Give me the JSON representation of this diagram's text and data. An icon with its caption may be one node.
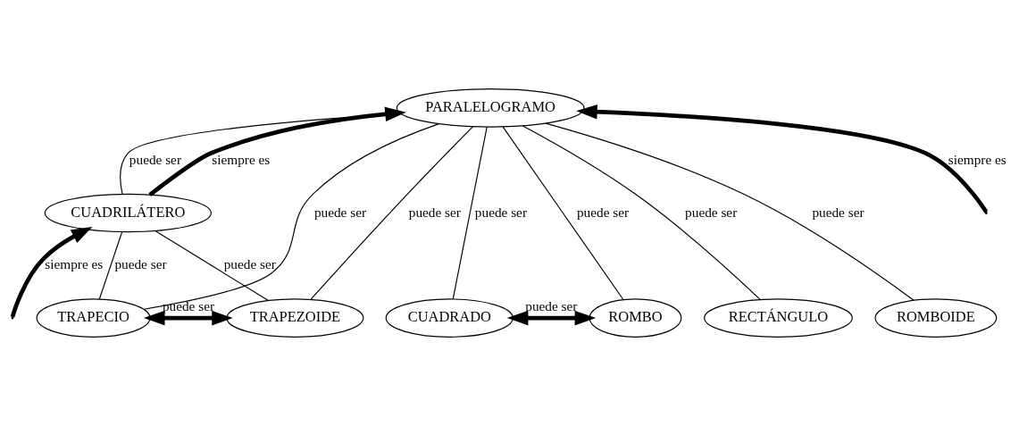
{
  "diagram": {
    "nodes": [
      {
        "text": [
          "PARALELOGRAMO"
        ]
      },
      {
        "text": [
          "CUADRILÁTERO"
        ]
      },
      {
        "text": [
          "CUADRADO"
        ]
      },
      {
        "text": [
          "ROMBO"
        ]
      },
      {
        "text": [
          "RECTÁNGULO"
        ]
      },
      {
        "text": [
          "ROMBOIDE"
        ]
      },
      {
        "text": [
          "TRAPECIO"
        ]
      },
      {
        "text": [
          "TRAPEZOIDE"
        ]
      }
    ],
    "edges": [
      {
        "from": 0,
        "to": 2,
        "arrow": "none",
        "label": "puede ser"
      },
      {
        "from": 0,
        "to": 3,
        "arrow": "none",
        "label": "puede ser"
      },
      {
        "from": 0,
        "to": 4,
        "arrow": "none",
        "label": "puede ser"
      },
      {
        "from": 0,
        "to": 5,
        "arrow": "none",
        "label": "puede ser"
      },
      {
        "from": 0,
        "to": 6,
        "arrow": "none",
        "label": "puede ser"
      },
      {
        "from": 0,
        "to": 7,
        "arrow": "none",
        "label": "puede ser"
      },
      {
        "from": null,
        "to": 0,
        "arrow": "to",
        "label": "siempre es",
        "style": "thick"
      },
      {
        "from": null,
        "to": 1,
        "arrow": "to",
        "label": "siempre es",
        "style": "thick"
      },
      {
        "from": 1,
        "to": 0,
        "arrow": "none",
        "label": "puede ser"
      },
      {
        "from": 1,
        "to": 0,
        "arrow": "to",
        "label": "siempre es",
        "style": "thick"
      },
      {
        "from": 1,
        "to": 6,
        "arrow": "none",
        "label": "puede ser"
      },
      {
        "from": 1,
        "to": 7,
        "arrow": "none",
        "label": "puede ser"
      },
      {
        "from": 2,
        "to": 3,
        "arrow": "both",
        "label": "puede ser",
        "style": "thick"
      },
      {
        "from": 6,
        "to": 7,
        "arrow": "both",
        "label": "puede ser",
        "style": "thick"
      }
    ]
  }
}
